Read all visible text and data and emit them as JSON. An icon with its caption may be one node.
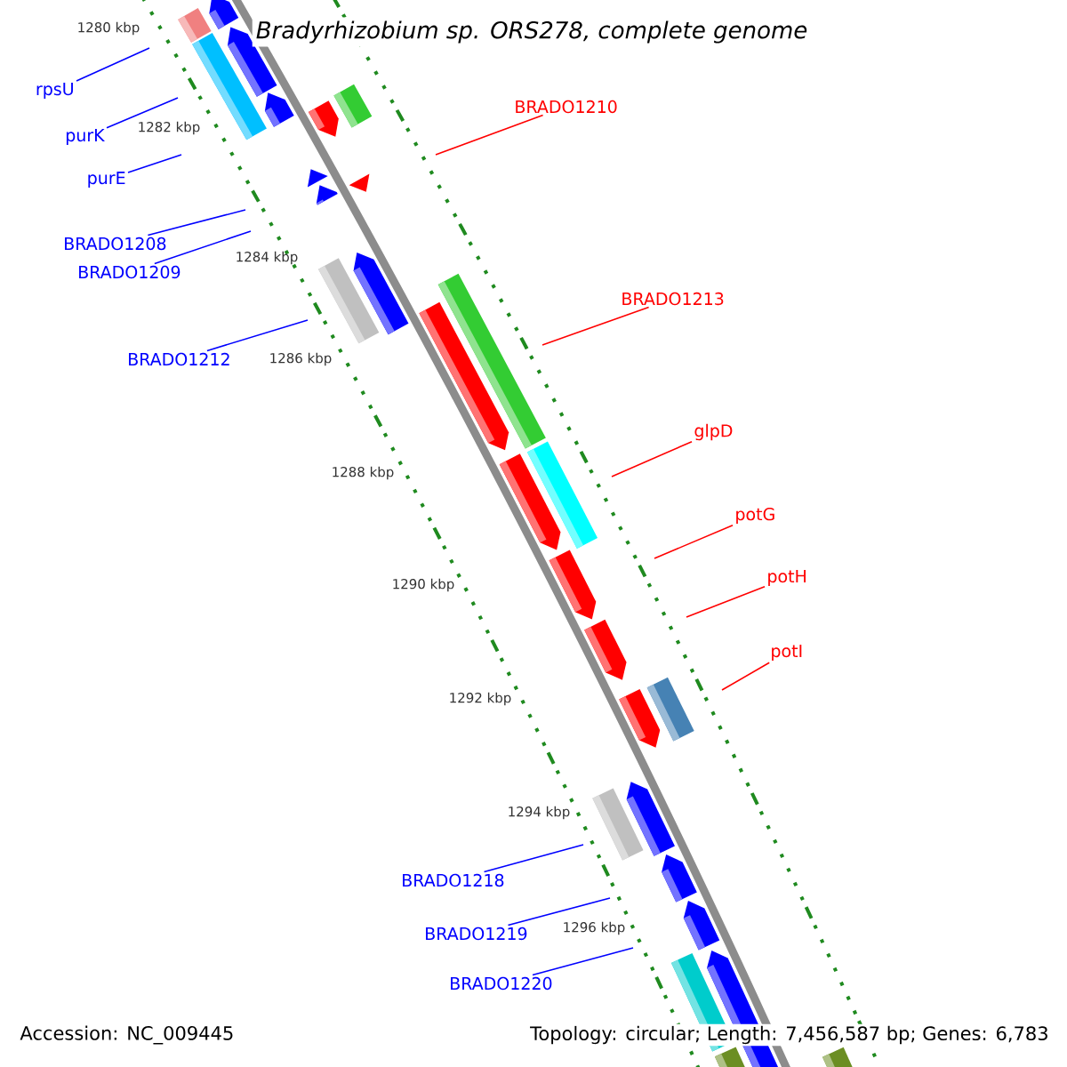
{
  "diagram": {
    "title": "Bradyrhizobium sp. ORS278, complete genome",
    "nodes": [
      {
        "text": [
          "rpsU"
        ]
      },
      {
        "text": [
          "BRADO1210"
        ]
      },
      {
        "text": [
          "purK"
        ]
      },
      {
        "text": [
          "purE"
        ]
      },
      {
        "text": [
          "BRADO1208"
        ]
      },
      {
        "text": [
          "BRADO1209"
        ]
      },
      {
        "text": [
          "BRADO1213"
        ]
      },
      {
        "text": [
          "BRADO1212"
        ]
      },
      {
        "text": [
          "glpD"
        ]
      },
      {
        "text": [
          "potG"
        ]
      },
      {
        "text": [
          "potH"
        ]
      },
      {
        "text": [
          "potI"
        ]
      },
      {
        "text": [
          "BRADO1218"
        ]
      },
      {
        "text": [
          "BRADO1219"
        ]
      },
      {
        "text": [
          "BRADO1220"
        ]
      }
    ],
    "edges": [
      {
        "from": 0,
        "to": null,
        "arrow": "none"
      },
      {
        "from": 1,
        "to": null,
        "arrow": "none",
        "color": "#ff0000"
      },
      {
        "from": 2,
        "to": null,
        "arrow": "none"
      },
      {
        "from": 3,
        "to": null,
        "arrow": "none"
      },
      {
        "from": 4,
        "to": null,
        "arrow": "none"
      },
      {
        "from": 5,
        "to": null,
        "arrow": "none"
      },
      {
        "from": 6,
        "to": null,
        "arrow": "none",
        "color": "#ff0000"
      },
      {
        "from": 7,
        "to": null,
        "arrow": "none"
      },
      {
        "from": 8,
        "to": null,
        "arrow": "none",
        "color": "#ff0000"
      },
      {
        "from": 9,
        "to": null,
        "arrow": "none",
        "color": "#ff0000"
      },
      {
        "from": 10,
        "to": null,
        "arrow": "none",
        "color": "#ff0000"
      },
      {
        "from": 11,
        "to": null,
        "arrow": "none",
        "color": "#ff0000"
      },
      {
        "from": 12,
        "to": null,
        "arrow": "none"
      },
      {
        "from": 13,
        "to": null,
        "arrow": "none"
      },
      {
        "from": 14,
        "to": null,
        "arrow": "none"
      }
    ],
    "labels": [
      "1280 kbp",
      "1282 kbp",
      "1284 kbp",
      "1286 kbp",
      "1288 kbp",
      "1290 kbp",
      "1292 kbp",
      "1294 kbp",
      "1296 kbp",
      "Accession: NC_009445",
      "Topology: circular; Length: 7,456,587 bp; Genes: 6,783"
    ]
  }
}
